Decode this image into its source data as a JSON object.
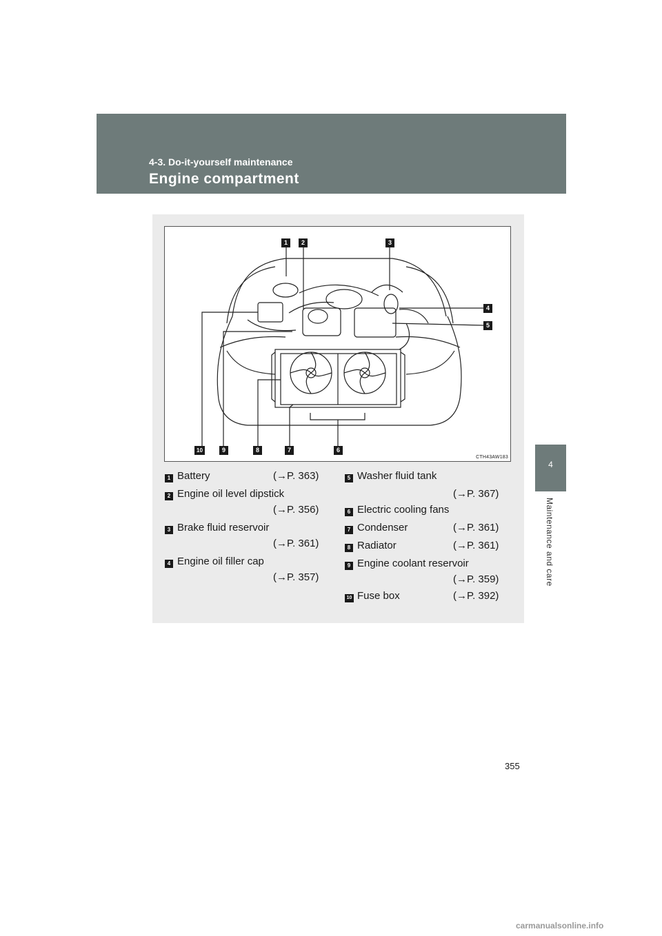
{
  "header": {
    "section": "4-3. Do-it-yourself maintenance",
    "title": "Engine compartment"
  },
  "chapter_tab": {
    "number": "4",
    "title": "Maintenance and care"
  },
  "figure": {
    "code": "CTH43AW183",
    "callouts": [
      "1",
      "2",
      "3",
      "4",
      "5",
      "10",
      "9",
      "8",
      "7",
      "6"
    ]
  },
  "legend": [
    {
      "num": "1",
      "label": "Battery",
      "ref": "(→P. 363)"
    },
    {
      "num": "2",
      "label": "Engine oil level dipstick",
      "ref": "(→P. 356)"
    },
    {
      "num": "3",
      "label": "Brake fluid reservoir",
      "ref": "(→P. 361)"
    },
    {
      "num": "4",
      "label": "Engine oil filler cap",
      "ref": "(→P. 357)"
    },
    {
      "num": "5",
      "label": "Washer fluid tank",
      "ref": "(→P. 367)"
    },
    {
      "num": "6",
      "label": "Electric cooling fans",
      "ref": ""
    },
    {
      "num": "7",
      "label": "Condenser",
      "ref": "(→P. 361)"
    },
    {
      "num": "8",
      "label": "Radiator",
      "ref": "(→P. 361)"
    },
    {
      "num": "9",
      "label": "Engine coolant reservoir",
      "ref": "(→P. 359)"
    },
    {
      "num": "10",
      "label": "Fuse box",
      "ref": "(→P. 392)"
    }
  ],
  "page_number": "355",
  "watermark": "carmanualsonline.info",
  "colors": {
    "header_band": "#6e7b7a",
    "content_background": "#ebebeb",
    "callout_badge": "#1a1a1a"
  }
}
